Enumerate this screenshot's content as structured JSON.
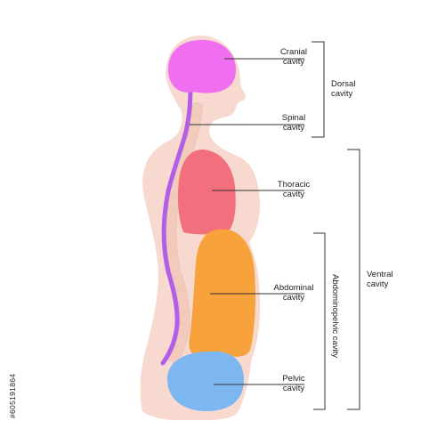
{
  "labels": {
    "cranial": [
      "Cranial",
      "cavity"
    ],
    "spinal": [
      "Spinal",
      "cavity"
    ],
    "thoracic": [
      "Thoracic",
      "cavity"
    ],
    "abdominal": [
      "Abdominal",
      "cavity"
    ],
    "pelvic": [
      "Pelvic",
      "cavity"
    ]
  },
  "groups": {
    "dorsal": [
      "Dorsal",
      "cavity"
    ],
    "ventral": [
      "Ventral",
      "cavity"
    ],
    "abdominopelvic": "Abdominopelvic cavity"
  },
  "stock_id": "#605191864",
  "colors": {
    "body": "#f7d9cf",
    "body_inner": "#eec5b8",
    "cranial": "#f06ef0",
    "spinal_cord": "#b35ee6",
    "vertebrae": "#f3cbbd",
    "thoracic": "#f2707e",
    "abdominal": "#f7a23a",
    "pelvic": "#7db7f2",
    "line": "#333333"
  }
}
